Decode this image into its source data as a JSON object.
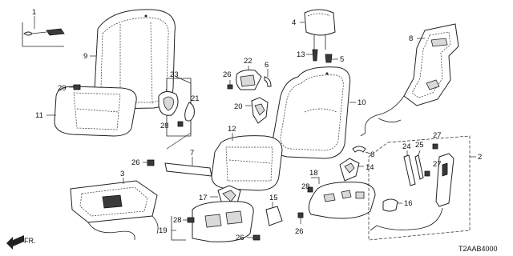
{
  "diagram_ref": "T2AAB4000",
  "direction_label": "FR.",
  "callouts": {
    "c1": "1",
    "c2": "2",
    "c3": "3",
    "c4": "4",
    "c5": "5",
    "c6a": "6",
    "c6b": "6",
    "c7": "7",
    "c8": "8",
    "c9": "9",
    "c10": "10",
    "c11": "11",
    "c12": "12",
    "c13": "13",
    "c14": "14",
    "c15": "15",
    "c16": "16",
    "c17": "17",
    "c18": "18",
    "c19": "19",
    "c20": "20",
    "c21": "21",
    "c22": "22",
    "c23": "23",
    "c24": "24",
    "c25": "25",
    "c26a": "26",
    "c26b": "26",
    "c26c": "26",
    "c26d": "26",
    "c27a": "27",
    "c27b": "27",
    "c28a": "28",
    "c28b": "28",
    "c28c": "28",
    "c29": "29"
  }
}
